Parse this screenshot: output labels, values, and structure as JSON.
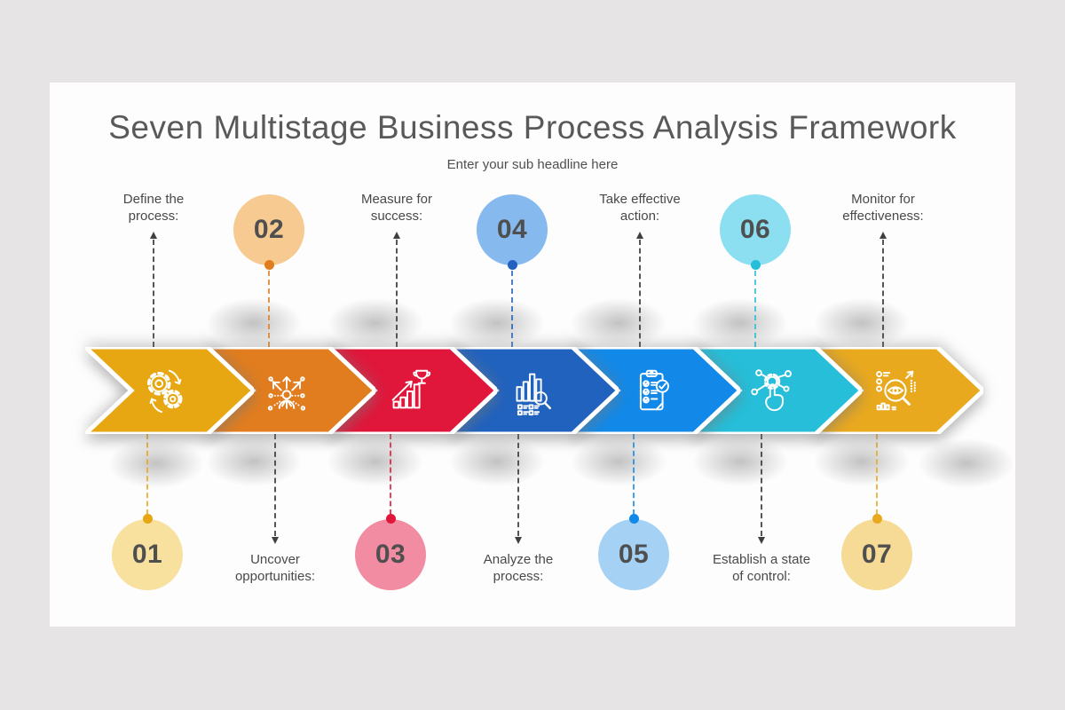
{
  "page": {
    "background": "#e6e4e5",
    "canvas_background": "#fdfdfd"
  },
  "header": {
    "title": "Seven Multistage Business Process Analysis Framework",
    "subtitle": "Enter your sub headline here"
  },
  "connector": {
    "label_dash_color": "#3f3f3f"
  },
  "text_colors": {
    "title": "#595959",
    "labels": "#494949",
    "numbers": "#4f4f4f"
  },
  "steps": [
    {
      "number": "01",
      "label": "Define the process:",
      "arrow_color": "#e7a713",
      "circle_color": "#f8e09e",
      "dot_color": "#e7a713",
      "icon": "gears-process-icon",
      "circle_position": "bottom"
    },
    {
      "number": "02",
      "label": "Uncover opportunities:",
      "arrow_color": "#e17d1e",
      "circle_color": "#f6ca90",
      "dot_color": "#e17d1e",
      "icon": "person-arrows-icon",
      "circle_position": "top"
    },
    {
      "number": "03",
      "label": "Measure for success:",
      "arrow_color": "#e0173b",
      "circle_color": "#f28ca2",
      "dot_color": "#e0173b",
      "icon": "growth-trophy-icon",
      "circle_position": "bottom"
    },
    {
      "number": "04",
      "label": "Analyze the process:",
      "arrow_color": "#2062be",
      "circle_color": "#86baee",
      "dot_color": "#2062be",
      "icon": "chart-magnifier-icon",
      "circle_position": "top"
    },
    {
      "number": "05",
      "label": "Take effective action:",
      "arrow_color": "#1289e8",
      "circle_color": "#a5d2f4",
      "dot_color": "#1289e8",
      "icon": "clipboard-checklist-icon",
      "circle_position": "bottom"
    },
    {
      "number": "06",
      "label": "Establish a state of control:",
      "arrow_color": "#26bed9",
      "circle_color": "#8bdff1",
      "dot_color": "#26bed9",
      "icon": "touch-network-icon",
      "circle_position": "top"
    },
    {
      "number": "07",
      "label": "Monitor for effectiveness:",
      "arrow_color": "#e9a91f",
      "circle_color": "#f6db96",
      "dot_color": "#e9a91f",
      "icon": "eye-magnifier-icon",
      "circle_position": "bottom"
    }
  ]
}
